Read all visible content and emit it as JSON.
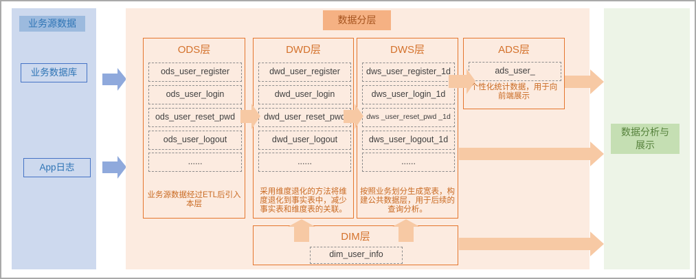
{
  "source_panel": {
    "title": "业务源数据",
    "items": [
      "业务数据库",
      "App日志"
    ]
  },
  "layering": {
    "badge": "数据分层",
    "ods": {
      "title": "ODS层",
      "tables": [
        "ods_user_register",
        "ods_user_login",
        "ods_user_reset_pwd",
        "ods_user_logout",
        "......"
      ],
      "description": "业务源数据经过ETL后引入本层"
    },
    "dwd": {
      "title": "DWD层",
      "tables": [
        "dwd_user_register",
        "dwd_user_login",
        "dwd_user_reset_pwd",
        "dwd_user_logout",
        "......"
      ],
      "description": "采用维度退化的方法将维度退化到事实表中，减少事实表和维度表的关联。"
    },
    "dws": {
      "title": "DWS层",
      "tables": [
        "dws_user_register_1d",
        "dws_user_login_1d",
        "dws _user_reset_pwd _1d",
        "dws_user_logout_1d",
        "......"
      ],
      "description": "按照业务划分生成宽表，构建公共数据层，用于后续的查询分析。"
    },
    "ads": {
      "title": "ADS层",
      "tables": [
        "ads_user_"
      ],
      "description": "个性化统计数据，用于向前端展示"
    },
    "dim": {
      "title": "DIM层",
      "tables": [
        "dim_user_info"
      ]
    }
  },
  "display_panel": {
    "title_line1": "数据分析与",
    "title_line2": "展示"
  },
  "colors": {
    "blue_panel": "#cdd9ee",
    "blue_badge": "#9cbade",
    "blue_text": "#2e74b5",
    "blue_arrow": "#8fa9dc",
    "orange_panel": "#fcebe0",
    "orange_badge": "#f5b183",
    "orange_border": "#e4752c",
    "orange_text": "#c96a22",
    "light_arrow": "#f7c9a4",
    "green_panel": "#edf4e7",
    "green_badge": "#c5dfb3",
    "green_text": "#55813b"
  }
}
